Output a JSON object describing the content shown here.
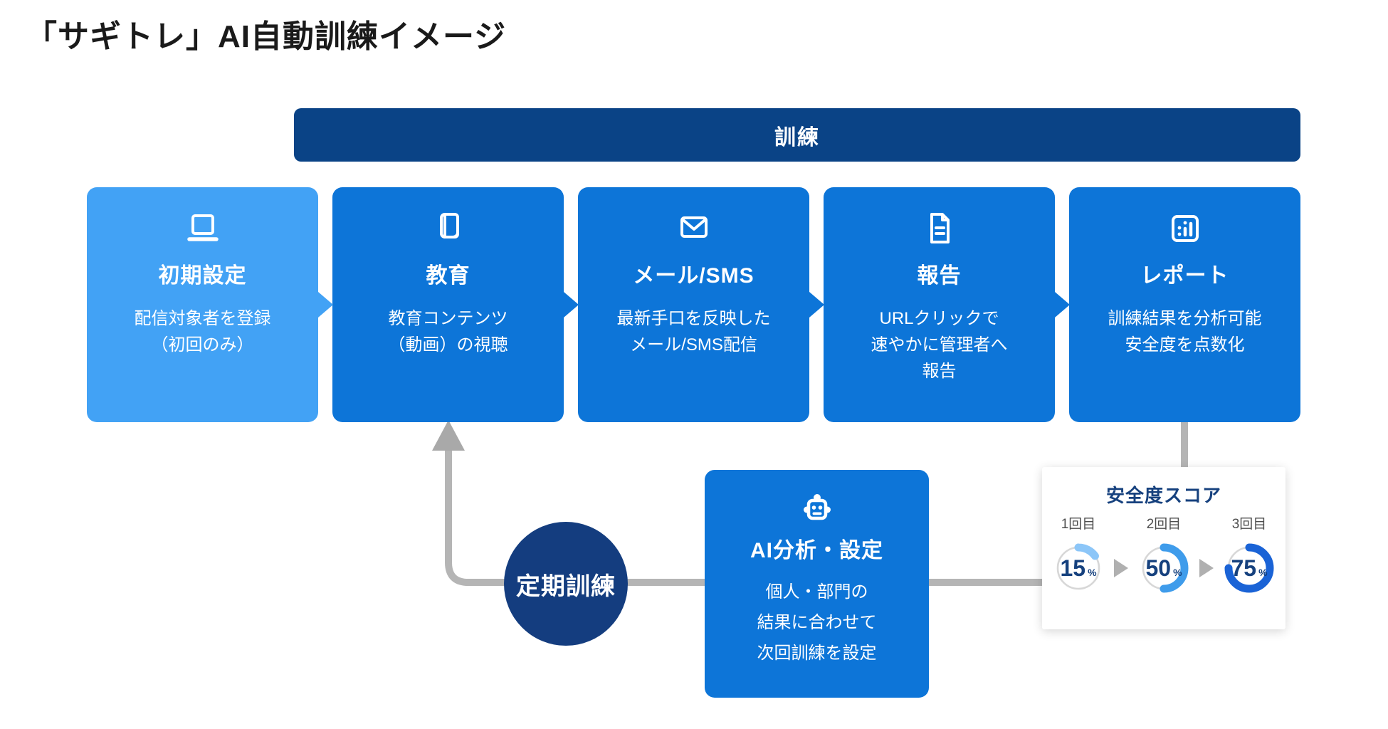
{
  "page_title": "「サギトレ」AI自動訓練イメージ",
  "training_bar": {
    "label": "訓練"
  },
  "steps": [
    {
      "icon": "laptop-icon",
      "title": "初期設定",
      "lines": [
        "配信対象者を登録",
        "（初回のみ）"
      ]
    },
    {
      "icon": "book-icon",
      "title": "教育",
      "lines": [
        "教育コンテンツ",
        "（動画）の視聴"
      ]
    },
    {
      "icon": "mail-icon",
      "title": "メール/SMS",
      "lines": [
        "最新手口を反映した",
        "メール/SMS配信"
      ]
    },
    {
      "icon": "document-icon",
      "title": "報告",
      "lines": [
        "URLクリックで",
        "速やかに管理者へ",
        "報告"
      ]
    },
    {
      "icon": "bar-chart-icon",
      "title": "レポート",
      "lines": [
        "訓練結果を分析可能",
        "安全度を点数化"
      ]
    }
  ],
  "loop": {
    "circle_label": "定期訓練",
    "ai_box": {
      "icon": "robot-icon",
      "title": "AI分析・設定",
      "lines": [
        "個人・部門の",
        "結果に合わせて",
        "次回訓練を設定"
      ]
    }
  },
  "score_card": {
    "title": "安全度スコア",
    "chart_data": {
      "type": "donut-progress",
      "max": 100,
      "runs": [
        {
          "label": "1回目",
          "value": 15,
          "unit": "%",
          "arc_color": "#8cc6f8"
        },
        {
          "label": "2回目",
          "value": 50,
          "unit": "%",
          "arc_color": "#3f9ceb"
        },
        {
          "label": "3回目",
          "value": 75,
          "unit": "%",
          "arc_color": "#1a63d6"
        }
      ]
    }
  },
  "colors": {
    "step_blue": "#0d75d8",
    "step_light_blue": "#42a2f5",
    "bar_navy": "#0a4386",
    "circle_navy": "#143d7f",
    "score_navy": "#16417e",
    "connector_gray": "#b5b5b5",
    "arrowhead_gray": "#a9a9a9",
    "track_gray": "#d7d7d7"
  }
}
